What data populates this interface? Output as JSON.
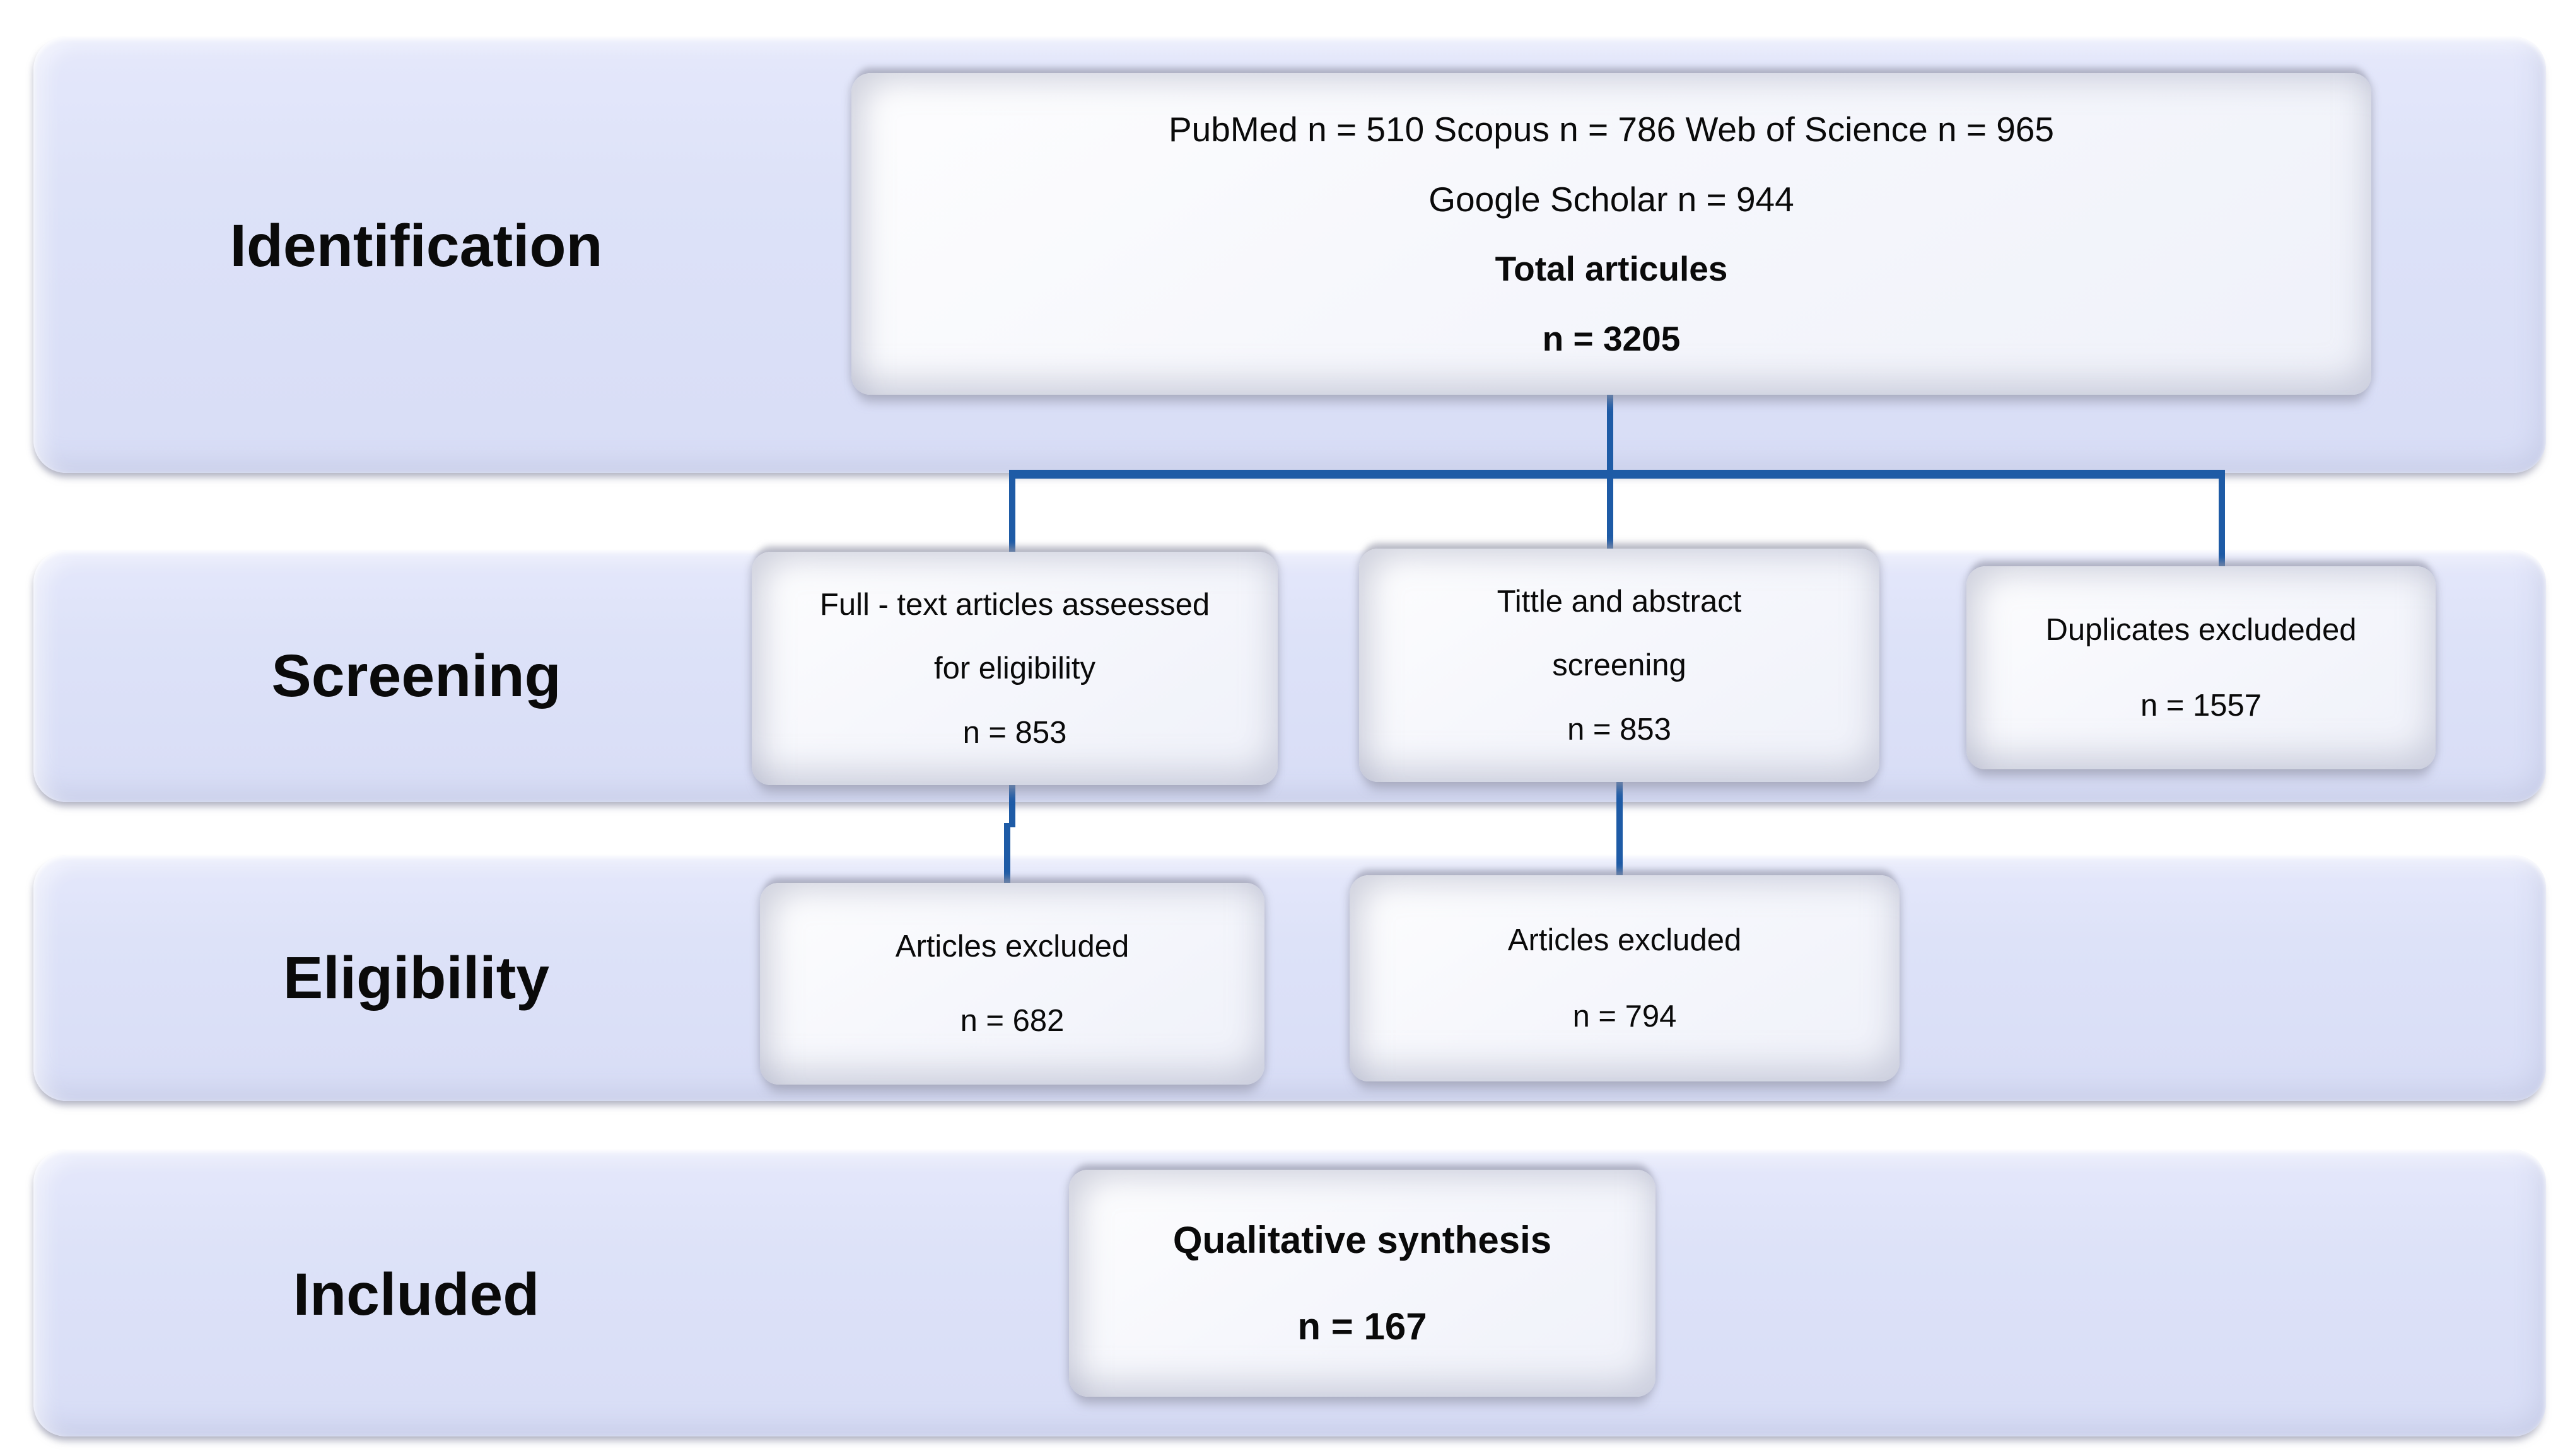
{
  "diagram_title": "PRISMA-style article selection flow diagram",
  "colors": {
    "band_fill": "#dde2f8",
    "node_fill": "#f4f5fb",
    "connector_blue": "#1e5ba6",
    "text": "#0a0a0a",
    "background": "#ffffff"
  },
  "rows": {
    "identification": {
      "label": "Identification"
    },
    "screening": {
      "label": "Screening"
    },
    "eligibility": {
      "label": "Eligibility"
    },
    "included": {
      "label": "Included"
    }
  },
  "boxes": {
    "sources": {
      "line1": "PubMed n = 510 Scopus n = 786 Web of Science n = 965",
      "line2": "Google Scholar n = 944",
      "total_label": "Total articules",
      "total_count": "n = 3205"
    },
    "fulltext": {
      "line1": "Full - text articles asseessed",
      "line2": "for eligibility",
      "count": "n = 853"
    },
    "title_abstract": {
      "line1": "Tittle and abstract",
      "line2": "screening",
      "count": "n = 853"
    },
    "duplicates": {
      "line1": "Duplicates excludeded",
      "count": "n = 1557"
    },
    "excluded_fulltext": {
      "line1": "Articles excluded",
      "count": "n = 682"
    },
    "excluded_title_abstract": {
      "line1": "Articles excluded",
      "count": "n = 794"
    },
    "qualitative": {
      "line1": "Qualitative synthesis",
      "count": "n = 167"
    }
  }
}
